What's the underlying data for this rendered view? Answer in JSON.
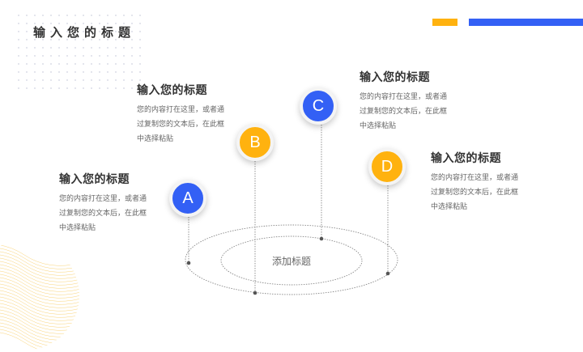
{
  "header": {
    "title": "输入您的标题",
    "accent_colors": {
      "yellow": "#ffb20f",
      "blue": "#3360f5"
    }
  },
  "center": {
    "label": "添加标题"
  },
  "items": [
    {
      "letter": "A",
      "color": "#3360f5",
      "title": "输入您的标题",
      "body": "您的内容打在这里，或者通过复制您的文本后，在此框中选择粘贴"
    },
    {
      "letter": "B",
      "color": "#ffb20f",
      "title": "输入您的标题",
      "body": "您的内容打在这里，或者通过复制您的文本后，在此框中选择粘贴"
    },
    {
      "letter": "C",
      "color": "#3360f5",
      "title": "输入您的标题",
      "body": "您的内容打在这里，或者通过复制您的文本后，在此框中选择粘贴"
    },
    {
      "letter": "D",
      "color": "#ffb20f",
      "title": "输入您的标题",
      "body": "您的内容打在这里，或者通过复制您的文本后，在此框中选择粘贴"
    }
  ]
}
